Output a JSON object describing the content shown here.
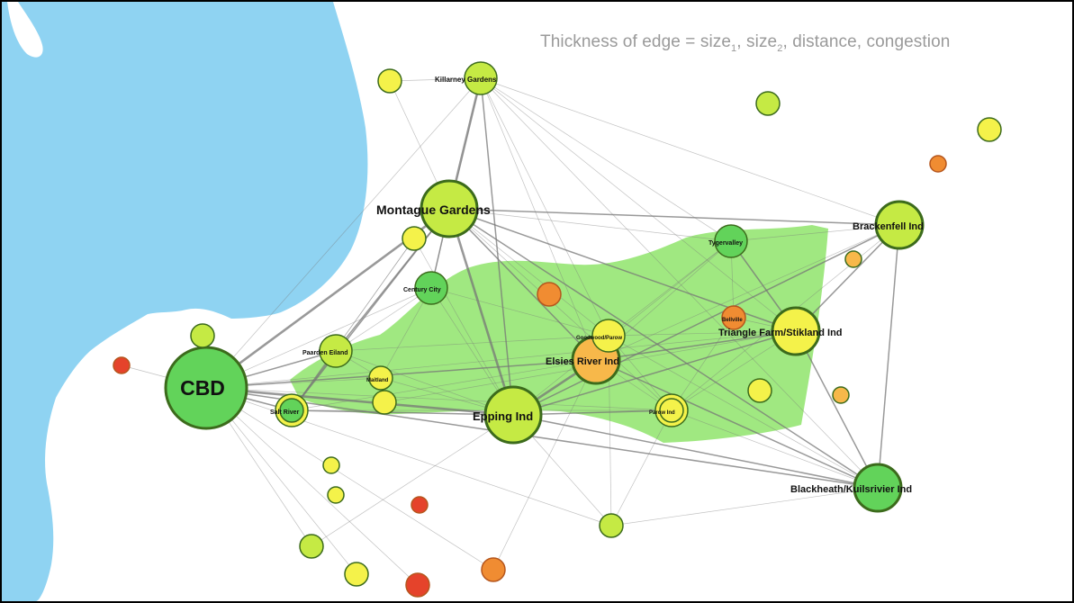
{
  "annotation": {
    "prefix": "Thickness of edge = size",
    "sub1": "1",
    "mid": ", size",
    "sub2": "2",
    "suffix": ", distance, congestion"
  },
  "colors": {
    "sea": "#8fd3f2",
    "industrial_zone": "#8fe46b",
    "ring": "#3c6b1c",
    "edge": "#777777",
    "red": "#e5432b",
    "orange": "#f08c32",
    "light_orange": "#f7b84a",
    "yellow": "#f4f24a",
    "yellow_green": "#c5ea44",
    "green": "#62d35a"
  },
  "nodes": [
    {
      "id": "cbd",
      "label": "CBD",
      "color": "green",
      "size": "xl"
    },
    {
      "id": "montague",
      "label": "Montague Gardens",
      "color": "yellow_green",
      "size": "l"
    },
    {
      "id": "epping",
      "label": "Epping Ind",
      "color": "yellow_green",
      "size": "l"
    },
    {
      "id": "blackheath",
      "label": "Blackheath/Kuilsrivier Ind",
      "color": "green",
      "size": "m"
    },
    {
      "id": "brackenfell",
      "label": "Brackenfell Ind",
      "color": "yellow_green",
      "size": "m"
    },
    {
      "id": "triangle",
      "label": "Triangle Farm/Stikland Ind",
      "color": "yellow",
      "size": "m"
    },
    {
      "id": "elsies",
      "label": "Elsies River Ind",
      "color": "light_orange",
      "size": "m"
    },
    {
      "id": "killarney",
      "label": "Killarney Gardens",
      "color": "yellow_green",
      "size": "s"
    },
    {
      "id": "tygervalley",
      "label": "Tygervalley",
      "color": "green",
      "size": "s"
    },
    {
      "id": "century",
      "label": "Century City",
      "color": "green",
      "size": "s"
    },
    {
      "id": "paarden",
      "label": "Paarden Eiland",
      "color": "yellow_green",
      "size": "s"
    },
    {
      "id": "saltriver",
      "label": "Salt River",
      "color": "yellow",
      "size": "s"
    },
    {
      "id": "maitland",
      "label": "Maitland",
      "color": "yellow",
      "size": "xs"
    },
    {
      "id": "parow",
      "label": "Parow Ind",
      "color": "yellow",
      "size": "s"
    },
    {
      "id": "goodwood",
      "label": "Goodwood/Parow",
      "color": "yellow",
      "size": "s"
    },
    {
      "id": "bellville",
      "label": "Bellville",
      "color": "orange",
      "size": "xs"
    },
    {
      "id": "n_a",
      "label": "",
      "color": "yellow",
      "size": "xs"
    },
    {
      "id": "n_b",
      "label": "",
      "color": "yellow_green",
      "size": "xs"
    },
    {
      "id": "n_c",
      "label": "",
      "color": "yellow",
      "size": "xs"
    },
    {
      "id": "n_d",
      "label": "",
      "color": "orange",
      "size": "xxs"
    },
    {
      "id": "n_e",
      "label": "",
      "color": "yellow_green",
      "size": "xs"
    },
    {
      "id": "n_f",
      "label": "",
      "color": "red",
      "size": "xxs"
    },
    {
      "id": "n_g",
      "label": "",
      "color": "yellow",
      "size": "xs"
    },
    {
      "id": "n_h",
      "label": "",
      "color": "orange",
      "size": "xs"
    },
    {
      "id": "n_i",
      "label": "",
      "color": "light_orange",
      "size": "xxs"
    },
    {
      "id": "n_j",
      "label": "",
      "color": "yellow",
      "size": "xs"
    },
    {
      "id": "n_k",
      "label": "",
      "color": "light_orange",
      "size": "xxs"
    },
    {
      "id": "n_l",
      "label": "",
      "color": "yellow",
      "size": "xxs"
    },
    {
      "id": "n_m",
      "label": "",
      "color": "yellow",
      "size": "xxs"
    },
    {
      "id": "n_n",
      "label": "",
      "color": "yellow_green",
      "size": "xs"
    },
    {
      "id": "n_o",
      "label": "",
      "color": "yellow_green",
      "size": "xs"
    },
    {
      "id": "n_p",
      "label": "",
      "color": "red",
      "size": "xxs"
    },
    {
      "id": "n_q",
      "label": "",
      "color": "orange",
      "size": "xs"
    },
    {
      "id": "n_r",
      "label": "",
      "color": "yellow",
      "size": "xs"
    },
    {
      "id": "n_s",
      "label": "",
      "color": "red",
      "size": "xs"
    },
    {
      "id": "n_t",
      "label": "",
      "color": "yellow",
      "size": "xs"
    },
    {
      "id": "n_u",
      "label": "",
      "color": "yellow",
      "size": "xs"
    },
    {
      "id": "n_v",
      "label": "",
      "color": "green",
      "size": "xs"
    }
  ],
  "edges": [
    [
      "cbd",
      "montague",
      3
    ],
    [
      "cbd",
      "epping",
      3
    ],
    [
      "cbd",
      "blackheath",
      2
    ],
    [
      "cbd",
      "saltriver",
      2
    ],
    [
      "cbd",
      "paarden",
      2
    ],
    [
      "cbd",
      "century",
      1
    ],
    [
      "cbd",
      "elsies",
      2
    ],
    [
      "cbd",
      "killarney",
      1
    ],
    [
      "cbd",
      "maitland",
      1
    ],
    [
      "cbd",
      "triangle",
      1
    ],
    [
      "cbd",
      "parow",
      1
    ],
    [
      "cbd",
      "n_n",
      1
    ],
    [
      "cbd",
      "n_o",
      1
    ],
    [
      "cbd",
      "n_q",
      1
    ],
    [
      "cbd",
      "n_r",
      1
    ],
    [
      "cbd",
      "n_s",
      1
    ],
    [
      "montague",
      "killarney",
      3
    ],
    [
      "montague",
      "epping",
      3
    ],
    [
      "montague",
      "elsies",
      2
    ],
    [
      "montague",
      "brackenfell",
      2
    ],
    [
      "montague",
      "triangle",
      2
    ],
    [
      "montague",
      "blackheath",
      2
    ],
    [
      "montague",
      "tygervalley",
      1
    ],
    [
      "montague",
      "century",
      2
    ],
    [
      "montague",
      "paarden",
      2
    ],
    [
      "montague",
      "saltriver",
      2
    ],
    [
      "montague",
      "goodwood",
      1
    ],
    [
      "montague",
      "parow",
      1
    ],
    [
      "montague",
      "n_a",
      1
    ],
    [
      "epping",
      "elsies",
      3
    ],
    [
      "epping",
      "blackheath",
      2
    ],
    [
      "epping",
      "triangle",
      2
    ],
    [
      "epping",
      "brackenfell",
      2
    ],
    [
      "epping",
      "parow",
      2
    ],
    [
      "epping",
      "saltriver",
      2
    ],
    [
      "epping",
      "paarden",
      1
    ],
    [
      "epping",
      "century",
      1
    ],
    [
      "epping",
      "killarney",
      2
    ],
    [
      "epping",
      "maitland",
      1
    ],
    [
      "epping",
      "tygervalley",
      1
    ],
    [
      "epping",
      "n_n",
      1
    ],
    [
      "epping",
      "n_o",
      1
    ],
    [
      "epping",
      "n_c",
      1
    ],
    [
      "elsies",
      "triangle",
      2
    ],
    [
      "elsies",
      "blackheath",
      2
    ],
    [
      "elsies",
      "brackenfell",
      1
    ],
    [
      "elsies",
      "killarney",
      1
    ],
    [
      "elsies",
      "tygervalley",
      1
    ],
    [
      "elsies",
      "parow",
      1
    ],
    [
      "elsies",
      "goodwood",
      1
    ],
    [
      "elsies",
      "saltriver",
      1
    ],
    [
      "elsies",
      "n_q",
      1
    ],
    [
      "triangle",
      "brackenfell",
      2
    ],
    [
      "triangle",
      "blackheath",
      2
    ],
    [
      "triangle",
      "tygervalley",
      2
    ],
    [
      "triangle",
      "parow",
      1
    ],
    [
      "triangle",
      "killarney",
      1
    ],
    [
      "triangle",
      "goodwood",
      1
    ],
    [
      "triangle",
      "bellville",
      1
    ],
    [
      "triangle",
      "n_t",
      1
    ],
    [
      "brackenfell",
      "blackheath",
      2
    ],
    [
      "brackenfell",
      "killarney",
      1
    ],
    [
      "brackenfell",
      "tygervalley",
      1
    ],
    [
      "brackenfell",
      "parow",
      1
    ],
    [
      "blackheath",
      "parow",
      1
    ],
    [
      "blackheath",
      "killarney",
      1
    ],
    [
      "blackheath",
      "goodwood",
      1
    ],
    [
      "blackheath",
      "n_n",
      1
    ],
    [
      "killarney",
      "n_a",
      1
    ],
    [
      "killarney",
      "tygervalley",
      1
    ],
    [
      "killarney",
      "century",
      1
    ],
    [
      "killarney",
      "goodwood",
      1
    ],
    [
      "tygervalley",
      "goodwood",
      1
    ],
    [
      "tygervalley",
      "bellville",
      1
    ],
    [
      "century",
      "paarden",
      1
    ],
    [
      "century",
      "goodwood",
      1
    ],
    [
      "century",
      "maitland",
      1
    ],
    [
      "paarden",
      "saltriver",
      2
    ],
    [
      "paarden",
      "maitland",
      1
    ],
    [
      "paarden",
      "goodwood",
      1
    ],
    [
      "saltriver",
      "parow",
      1
    ],
    [
      "saltriver",
      "n_c",
      1
    ],
    [
      "saltriver",
      "n_v",
      1
    ],
    [
      "parow",
      "goodwood",
      1
    ],
    [
      "parow",
      "n_n",
      1
    ],
    [
      "parow",
      "bellville",
      1
    ],
    [
      "cbd",
      "n_f",
      1
    ],
    [
      "n_v",
      "n_c",
      1
    ],
    [
      "goodwood",
      "n_n",
      1
    ]
  ]
}
